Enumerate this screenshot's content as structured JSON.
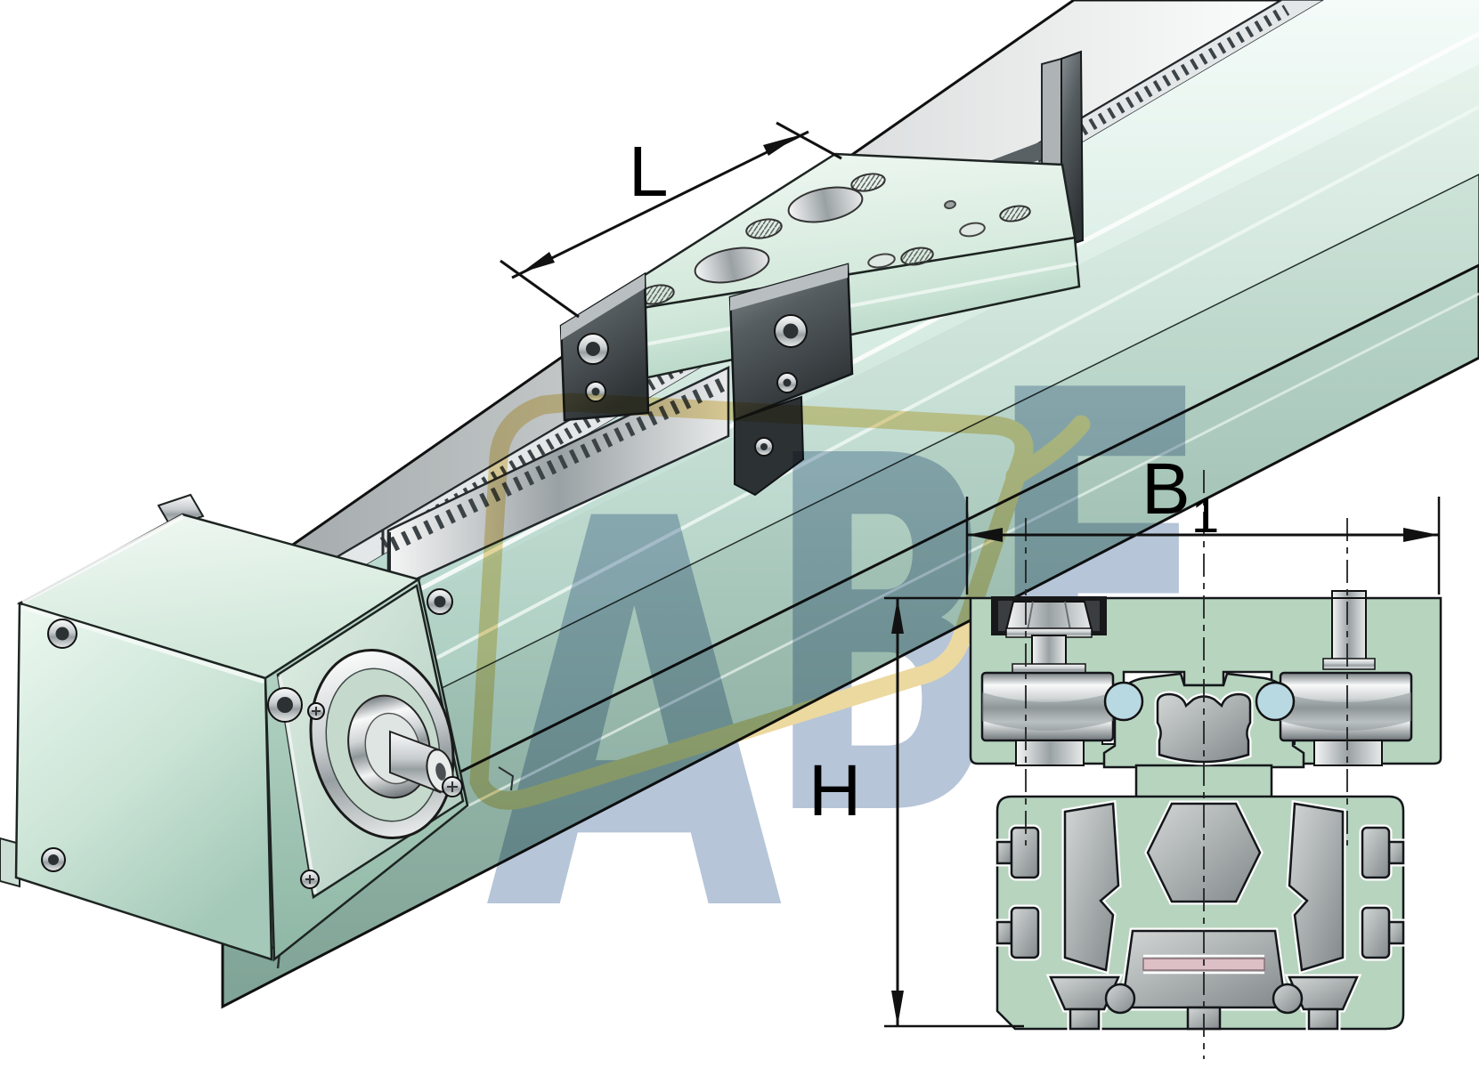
{
  "figure": {
    "type": "technical-illustration",
    "description": "Belt-driven linear actuator unit with motor, carriage on toothed-belt rail, and profile cross-section"
  },
  "dimension_labels": {
    "length": "L",
    "width": "B",
    "width_subscript": "1",
    "height": "H"
  },
  "watermark": {
    "letters": {
      "a": "A",
      "b": "B",
      "f": "F"
    },
    "text_color": "#b6c5d8",
    "swoosh_color": "#ecd9a0"
  },
  "colors": {
    "background": "#ffffff",
    "section_green": "#b7d4bf",
    "guide_rod_blue": "#b8d8e2",
    "cavity_gray": "#9aa1a3",
    "rail_mint": "#cfe5da",
    "outline": "#111111",
    "pink_insert": "#ddbfc6",
    "clamp_dark": "#3a4043"
  }
}
